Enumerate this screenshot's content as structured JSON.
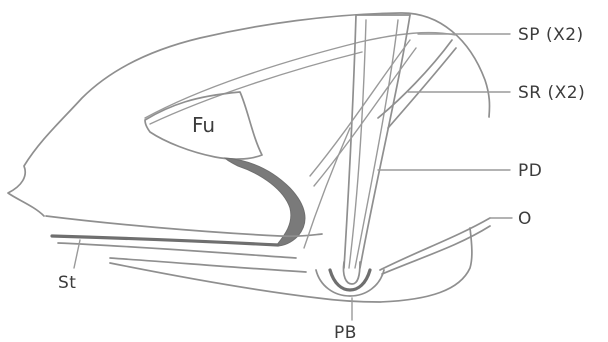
{
  "diagram": {
    "labels": {
      "fu": "Fu",
      "sp": "SP (X2)",
      "sr": "SR (X2)",
      "pd": "PD",
      "o": "O",
      "st": "St",
      "pb": "PB"
    },
    "colors": {
      "ink": "#8f8f8f",
      "shade": "#7a7a7a",
      "text": "#3c3c3c",
      "background": "#ffffff"
    }
  }
}
